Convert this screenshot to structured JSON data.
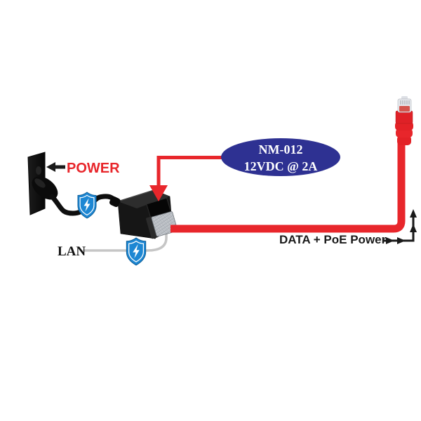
{
  "labels": {
    "power": "POWER",
    "lan": "LAN",
    "data_poe": "DATA + PoE Power"
  },
  "callout": {
    "model": "NM-012",
    "spec": "12VDC @ 2A"
  },
  "colors": {
    "red": "#E8262B",
    "navy": "#2E3192",
    "shield_blue": "#1D87D3",
    "shield_edge": "#0F5E97",
    "cable_gray": "#C6C6C6",
    "device_black": "#161616",
    "label_black": "#1A1A1A"
  },
  "icons": {
    "surge_shield": "shield-lightning-icon",
    "power_arrow": "arrow-left-icon",
    "callout_arrow": "arrow-down-icon",
    "flow_arrow": "arrow-right-then-up-icon"
  }
}
